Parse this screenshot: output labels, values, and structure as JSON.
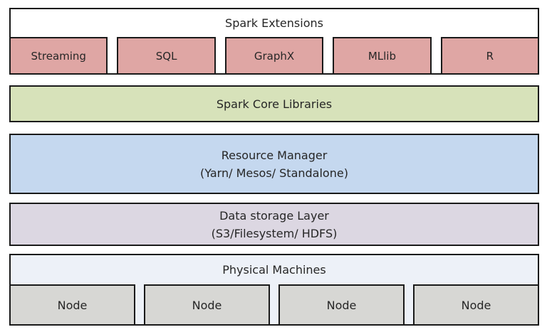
{
  "extensions": {
    "title": "Spark Extensions",
    "items": [
      {
        "label": "Streaming"
      },
      {
        "label": "SQL"
      },
      {
        "label": "GraphX"
      },
      {
        "label": "MLlib"
      },
      {
        "label": "R"
      }
    ]
  },
  "core": {
    "title": "Spark Core Libraries"
  },
  "resource_manager": {
    "title": "Resource Manager",
    "subtitle": "(Yarn/ Mesos/ Standalone)"
  },
  "data_storage": {
    "title": "Data storage Layer",
    "subtitle": "(S3/Filesystem/ HDFS)"
  },
  "physical": {
    "title": "Physical Machines",
    "nodes": [
      {
        "label": "Node"
      },
      {
        "label": "Node"
      },
      {
        "label": "Node"
      },
      {
        "label": "Node"
      }
    ]
  },
  "colors": {
    "extension_fill": "#dfa6a4",
    "core_fill": "#d7e2ba",
    "resource_fill": "#c5d8ef",
    "storage_fill": "#dcd7e2",
    "physical_fill": "#edf1f8",
    "node_fill": "#d7d7d4",
    "border": "#1a1a1a",
    "text": "#262626"
  }
}
